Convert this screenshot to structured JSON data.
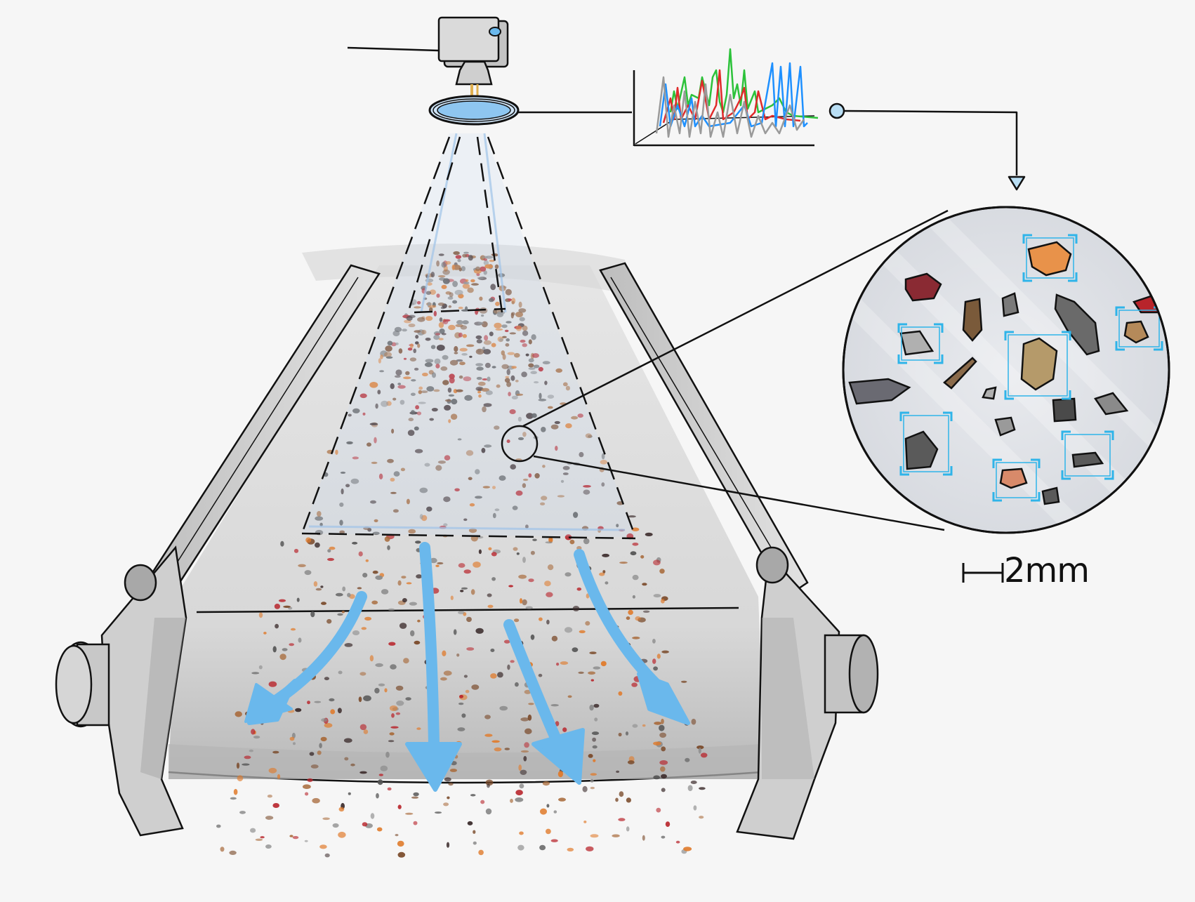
{
  "scale_bar": {
    "label": "2mm"
  },
  "colors": {
    "background": "#f6f6f6",
    "belt_fill": "#dcdcdc",
    "frame_fill": "#c9c9c9",
    "outline": "#111111",
    "flow_arrow": "#6ab8ec",
    "field_of_view": "#9fc3e8",
    "detection_box": "#2fb4e9",
    "spectrum_green": "#2cc23a",
    "spectrum_red": "#e02a2a",
    "spectrum_blue": "#1e90ff",
    "spectrum_gray": "#9a9a9a",
    "particle_palette": [
      "#b8242b",
      "#7a4a2a",
      "#a86a3a",
      "#e07a2a",
      "#555555",
      "#8a8a8a",
      "#3a2a2a"
    ]
  },
  "icons": [
    "hyperspectral-camera",
    "lens",
    "spectrum-plot",
    "magnifier-inset",
    "conveyor-belt",
    "flow-arrow",
    "scale-bar"
  ]
}
